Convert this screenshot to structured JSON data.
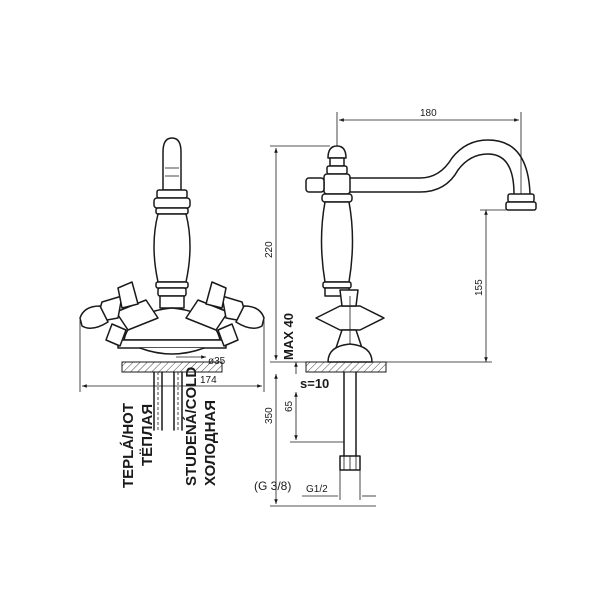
{
  "labels": {
    "hot_line1": "TEPLÁ/HOT",
    "hot_line2": "ТЁПЛАЯ",
    "cold_line1": "STUDENÁ/COLD",
    "cold_line2": "ХОЛОДНАЯ",
    "thread_note": "(G 3/8)",
    "max_note": "MAX 40",
    "s_note": "s=10"
  },
  "dimensions": {
    "spout_reach": "180",
    "total_height": "220",
    "spout_height": "155",
    "base_diameter": "ø35",
    "total_width": "174",
    "below_counter": "350",
    "shank_length": "65",
    "thread": "G1/2"
  }
}
